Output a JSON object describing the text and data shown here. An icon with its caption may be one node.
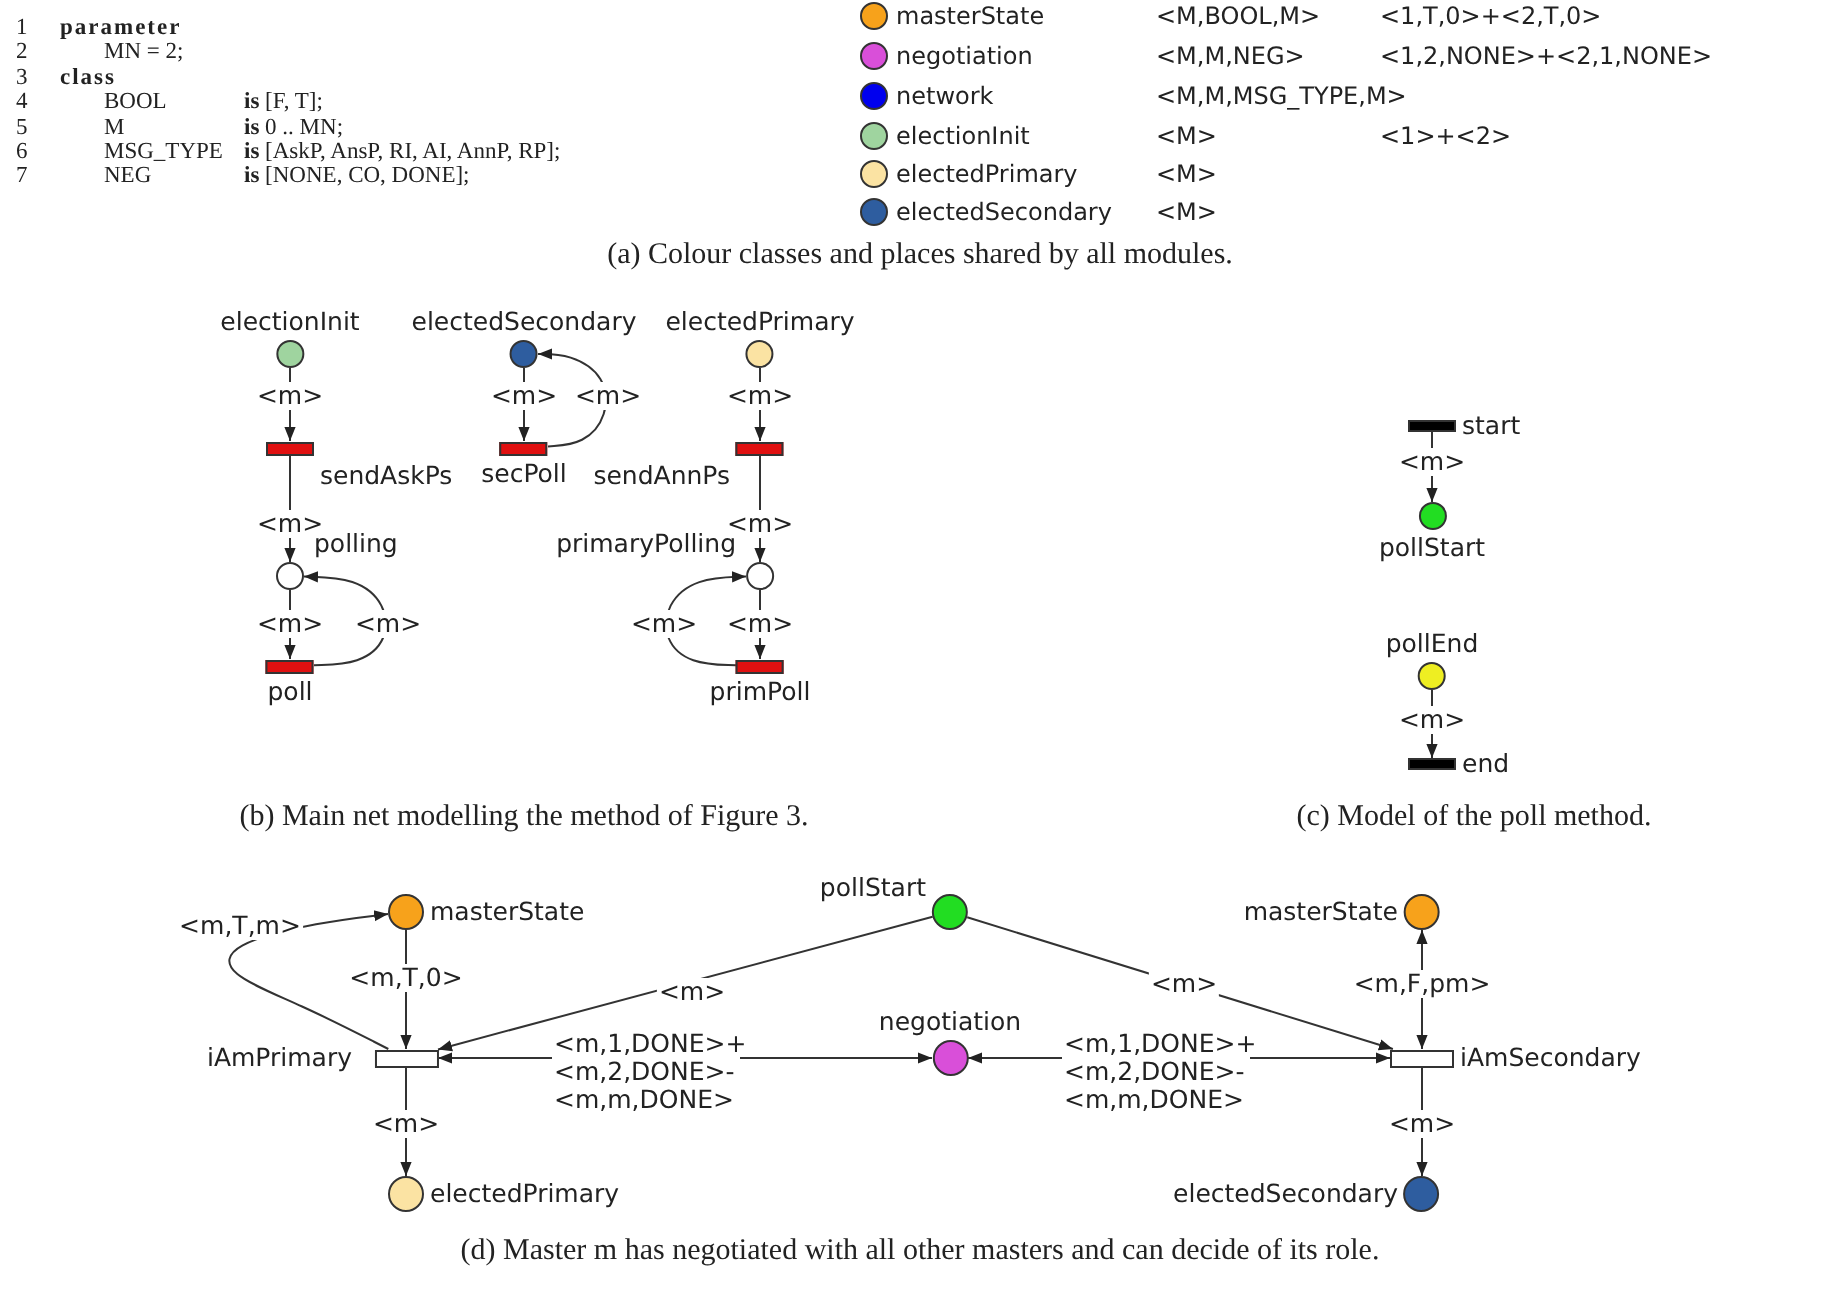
{
  "diagram": {
    "nodes": [
      {
        "text": [
          "electionInit"
        ]
      },
      {
        "text": [
          "sendAskPs"
        ]
      },
      {
        "text": [
          "polling"
        ]
      },
      {
        "text": [
          "poll"
        ]
      },
      {
        "text": [
          "electedSecondary"
        ]
      },
      {
        "text": [
          "secPoll"
        ]
      },
      {
        "text": [
          "electedPrimary"
        ]
      },
      {
        "text": [
          "sendAnnPs"
        ]
      },
      {
        "text": [
          "primaryPolling"
        ]
      },
      {
        "text": [
          "primPoll"
        ]
      },
      {
        "text": [
          "start"
        ]
      },
      {
        "text": [
          "pollStart"
        ]
      },
      {
        "text": [
          "pollEnd"
        ]
      },
      {
        "text": [
          "end"
        ]
      },
      {
        "text": [
          "masterState"
        ]
      },
      {
        "text": [
          "pollStart"
        ]
      },
      {
        "text": [
          "masterState"
        ]
      },
      {
        "text": [
          "iAmPrimary"
        ]
      },
      {
        "text": [
          "negotiation"
        ]
      },
      {
        "text": [
          "iAmSecondary"
        ]
      },
      {
        "text": [
          "electedPrimary"
        ]
      },
      {
        "text": [
          "electedSecondary"
        ]
      }
    ],
    "edges": [
      {
        "from": 0,
        "to": 1,
        "arrow": "to",
        "label": "<m>"
      },
      {
        "from": 1,
        "to": 2,
        "arrow": "to",
        "label": "<m>"
      },
      {
        "from": 2,
        "to": 3,
        "arrow": "to",
        "label": "<m>"
      },
      {
        "from": 3,
        "to": 2,
        "arrow": "to",
        "label": "<m>"
      },
      {
        "from": 4,
        "to": 5,
        "arrow": "to",
        "label": "<m>"
      },
      {
        "from": 5,
        "to": 4,
        "arrow": "to",
        "label": "<m>"
      },
      {
        "from": 6,
        "to": 7,
        "arrow": "to",
        "label": "<m>"
      },
      {
        "from": 7,
        "to": 8,
        "arrow": "to",
        "label": "<m>"
      },
      {
        "from": 8,
        "to": 9,
        "arrow": "to",
        "label": "<m>"
      },
      {
        "from": 9,
        "to": 8,
        "arrow": "to",
        "label": "<m>"
      },
      {
        "from": 10,
        "to": 11,
        "arrow": "to",
        "label": "<m>"
      },
      {
        "from": 12,
        "to": 13,
        "arrow": "to",
        "label": "<m>"
      },
      {
        "from": 17,
        "to": 14,
        "arrow": "to",
        "label": "<m,T,m>"
      },
      {
        "from": 14,
        "to": 17,
        "arrow": "to",
        "label": "<m,T,0>"
      },
      {
        "from": 15,
        "to": 17,
        "arrow": "to",
        "label": "<m>"
      },
      {
        "from": 15,
        "to": 19,
        "arrow": "to",
        "label": "<m>"
      },
      {
        "from": 18,
        "to": 17,
        "arrow": "both",
        "label": "<m,1,DONE>+ <m,2,DONE>- <m,m,DONE>"
      },
      {
        "from": 18,
        "to": 19,
        "arrow": "both",
        "label": "<m,1,DONE>+ <m,2,DONE>- <m,m,DONE>"
      },
      {
        "from": 19,
        "to": 16,
        "arrow": "both",
        "label": "<m,F,pm>"
      },
      {
        "from": 17,
        "to": 20,
        "arrow": "to",
        "label": "<m>"
      },
      {
        "from": 19,
        "to": 21,
        "arrow": "to",
        "label": "<m>"
      }
    ],
    "labels": [
      "1",
      "parameter",
      "2",
      "MN = 2;",
      "3",
      "class",
      "4",
      "BOOL",
      "**is** [F, T];",
      "5",
      "M",
      "**is** 0 .. MN;",
      "6",
      "MSG_TYPE",
      "**is** [AskP, AnsP, RI, AI, AnnP, RP];",
      "7",
      "NEG",
      "**is** [NONE, CO, DONE];",
      "<M,BOOL,M>",
      "<1,T,0>+<2,T,0>",
      "<M,M,NEG>",
      "<1,2,NONE>+<2,1,NONE>",
      "<M,M,MSG_TYPE,M>",
      "<M>",
      "<1>+<2>",
      "<M>",
      "<M>",
      "(a) Colour classes and places shared by all modules.",
      "(b) Main net modelling the method of Figure 3.",
      "(c) Model of the poll method.",
      "(d) Master m has negotiated with all other masters and can decide of its role."
    ],
    "legend": [
      {
        "text": "masterState",
        "color": "#f7a21b"
      },
      {
        "text": "negotiation",
        "color": "#d94fd9"
      },
      {
        "text": "network",
        "color": "#0000ee"
      },
      {
        "text": "electionInit",
        "color": "#9fd49f"
      },
      {
        "text": "electedPrimary",
        "color": "#fbe3a3"
      },
      {
        "text": "electedSecondary",
        "color": "#2e5d9f"
      }
    ]
  }
}
